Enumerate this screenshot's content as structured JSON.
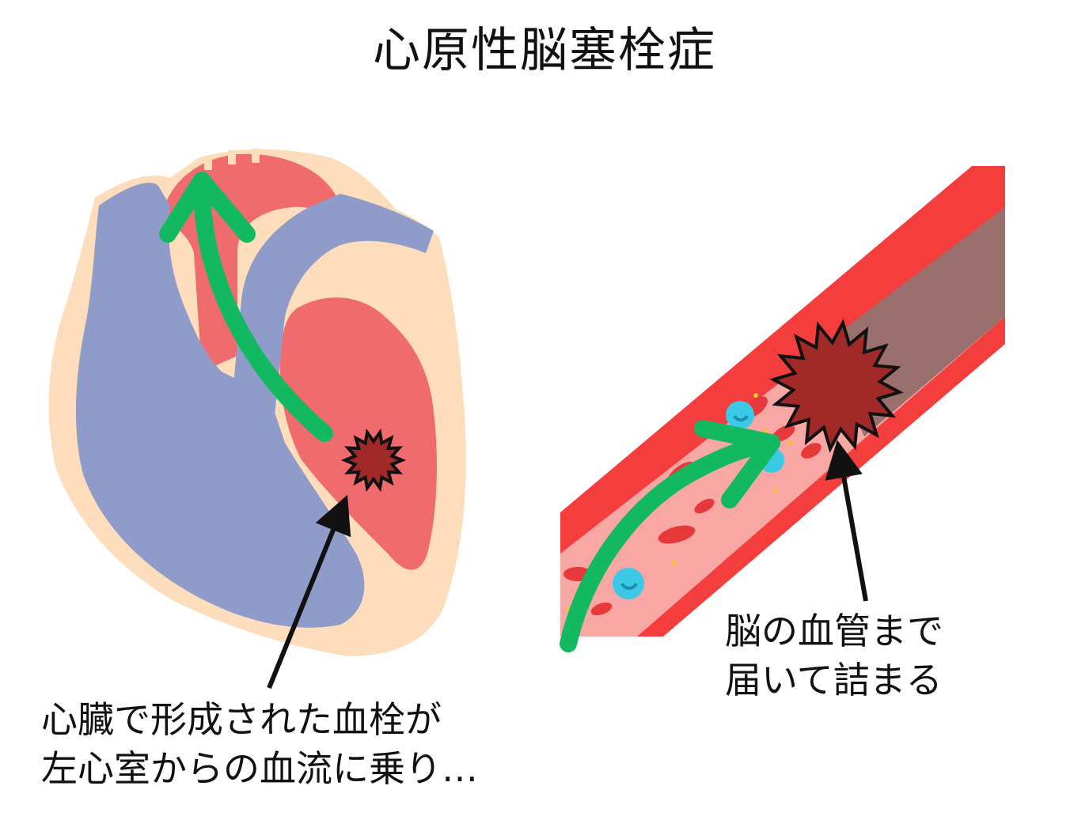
{
  "title": "心原性脳塞栓症",
  "heart_caption": {
    "line1": "心臓で形成された血栓が",
    "line2": "左心室からの血流に乗り…"
  },
  "vessel_caption": {
    "line1": "脳の血管まで",
    "line2": "届いて詰まる"
  },
  "colors": {
    "heart_outline": "#FDDDBB",
    "vein_blue": "#8F9BC9",
    "artery_red": "#EF6B6E",
    "clot": "#A12928",
    "flow_arrow": "#13B960",
    "vessel_wall": "#F43D3D",
    "vessel_lumen": "#F9A7A5",
    "occluded_vessel": "#9A706E",
    "white_cell": "#3CC9E8"
  }
}
